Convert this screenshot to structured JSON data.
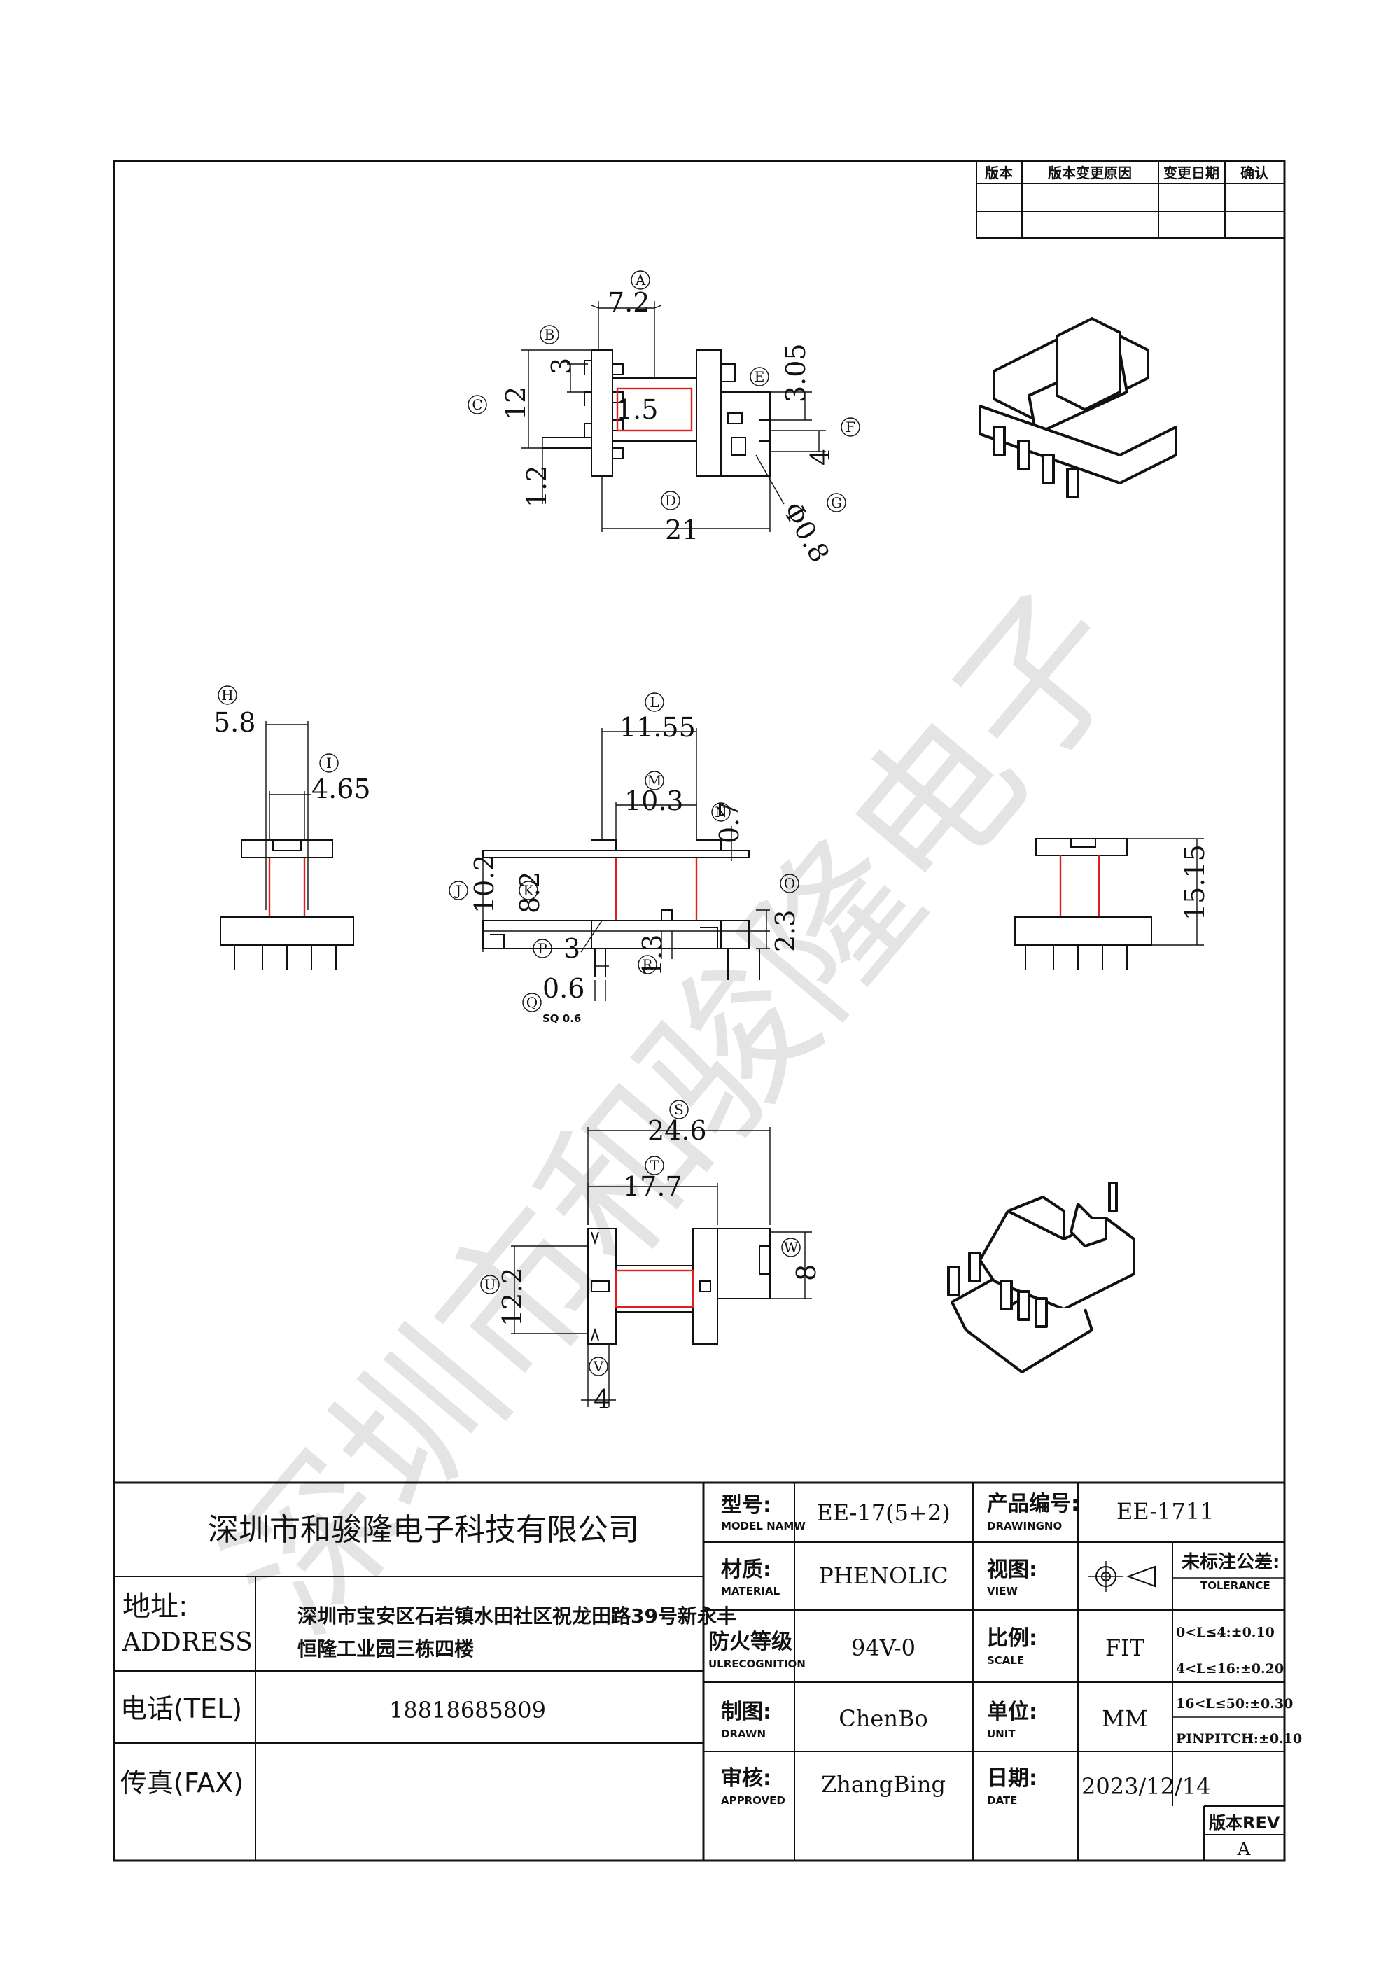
{
  "revision_table": {
    "headers": [
      "版本",
      "版本变更原因",
      "变更日期",
      "确认"
    ]
  },
  "views": {
    "top": {
      "dims": {
        "A": "7.2",
        "B": "3",
        "C": "12",
        "inner": "1.5",
        "pin": "1.2",
        "D": "21",
        "E": "3.05",
        "F": "4",
        "G": "Φ0.8"
      },
      "bubbles": [
        "A",
        "B",
        "C",
        "D",
        "E",
        "F",
        "G"
      ]
    },
    "side_left": {
      "dims": {
        "H": "5.8",
        "I": "4.65"
      },
      "bubbles": [
        "H",
        "I"
      ]
    },
    "front": {
      "dims": {
        "L": "11.55",
        "M": "10.3",
        "N": "0.7",
        "J": "10.2",
        "K": "8.2",
        "O": "2.3",
        "P": "3",
        "R": "1.3",
        "Q": "0.6",
        "sq": "SQ 0.6"
      },
      "bubbles": [
        "J",
        "K",
        "L",
        "M",
        "N",
        "O",
        "P",
        "Q",
        "R"
      ]
    },
    "side_right": {
      "dims": {
        "height": "15.15"
      }
    },
    "bottom": {
      "dims": {
        "S": "24.6",
        "T": "17.7",
        "U": "12.2",
        "W": "8",
        "V": "4"
      },
      "bubbles": [
        "S",
        "T",
        "U",
        "V",
        "W"
      ]
    }
  },
  "watermark": "深圳市和骏隆电子",
  "title_block": {
    "company": "深圳市和骏隆电子科技有限公司",
    "address_label": "地址:",
    "address_label_en": "ADDRESS",
    "address_line1": "深圳市宝安区石岩镇水田社区祝龙田路39号新永丰",
    "address_line2": "恒隆工业园三栋四楼",
    "tel_label": "电话(TEL)",
    "tel": "18818685809",
    "fax_label": "传真(FAX)",
    "fax": "",
    "model_label": "型号:",
    "model_sub": "MODEL NAMW",
    "model": "EE-17(5+2)",
    "drawing_no_label": "产品编号:",
    "drawing_no_sub": "DRAWINGNO",
    "drawing_no": "EE-1711",
    "material_label": "材质:",
    "material_sub": "MATERIAL",
    "material": "PHENOLIC",
    "view_label": "视图:",
    "view_sub": "VIEW",
    "tolerance_label": "未标注公差:",
    "tolerance_sub": "TOLERANCE",
    "tolerances": [
      "0<L≤4:±0.10",
      "4<L≤16:±0.20",
      "16<L≤50:±0.30",
      "PINPITCH:±0.10"
    ],
    "flammability_label": "防火等级",
    "flammability_sub": "ULRECOGNITION",
    "flammability": "94V-0",
    "scale_label": "比例:",
    "scale_sub": "SCALE",
    "scale": "FIT",
    "drawn_label": "制图:",
    "drawn_sub": "DRAWN",
    "drawn": "ChenBo",
    "unit_label": "单位:",
    "unit_sub": "UNIT",
    "unit": "MM",
    "approved_label": "审核:",
    "approved_sub": "APPROVED",
    "approved": "ZhangBing",
    "date_label": "日期:",
    "date_sub": "DATE",
    "date": "2023/12/14",
    "rev_label": "版本REV",
    "rev": "A"
  }
}
